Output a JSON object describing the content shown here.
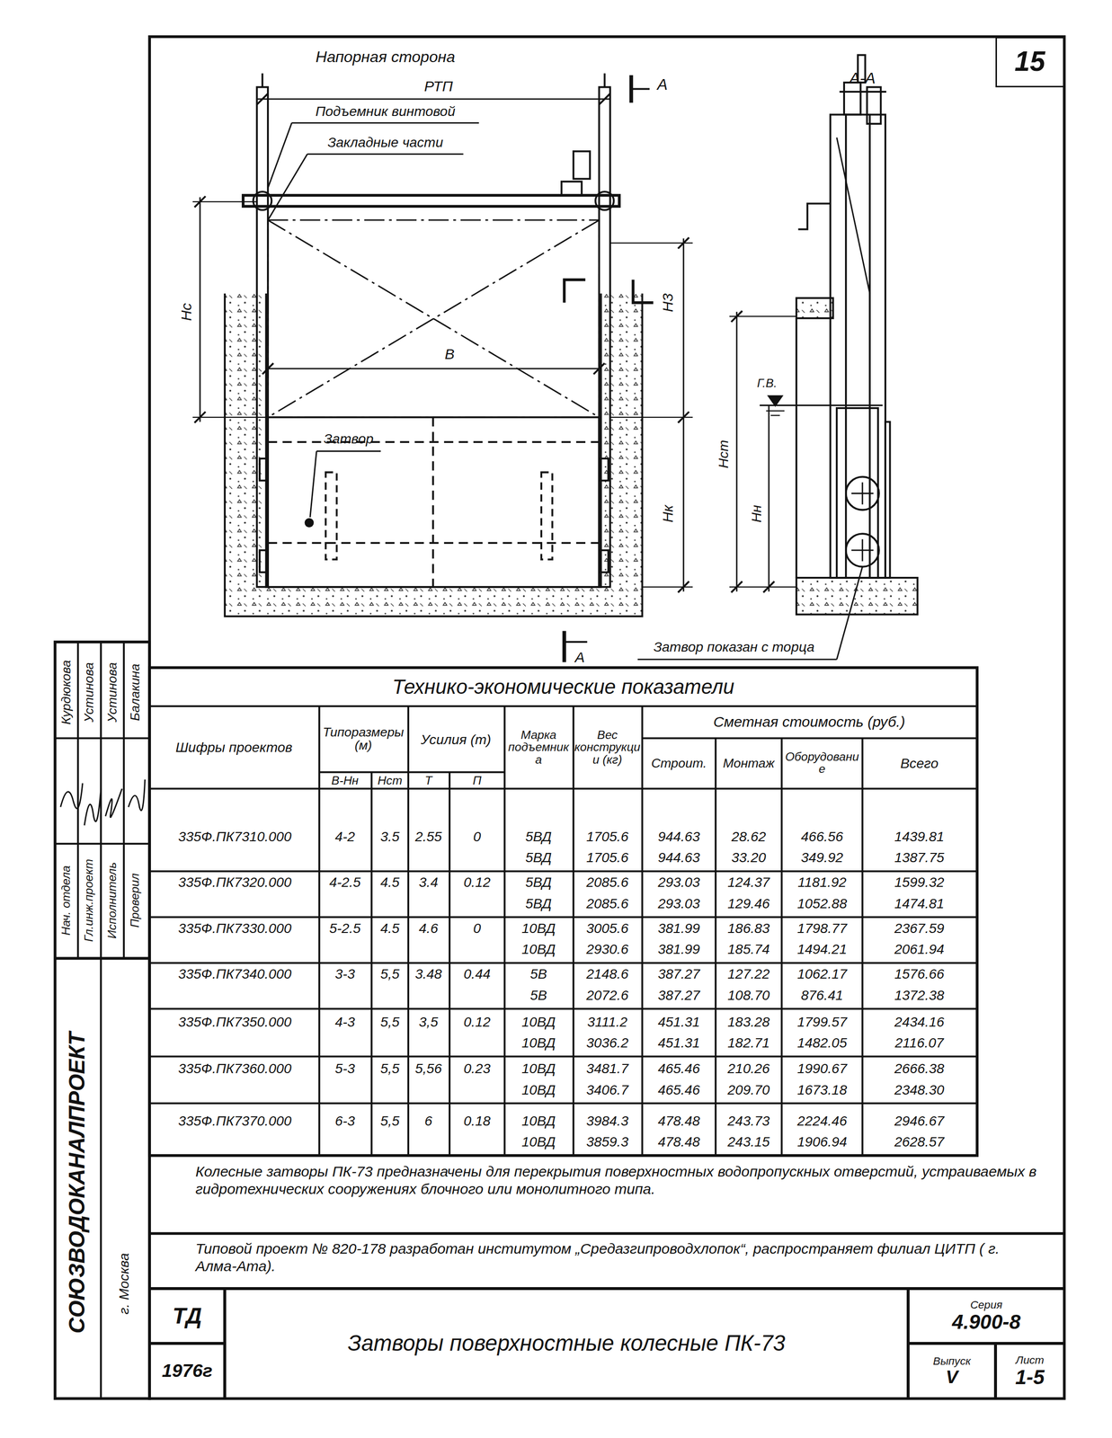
{
  "diagram": {
    "nodes": [
      {
        "text": [
          "15"
        ]
      },
      {
        "text": [
          "Затворы поверхностные колесные ПК-73"
        ]
      },
      {
        "text": [
          "Серия",
          "4.900-8"
        ]
      },
      {
        "text": [
          "Выпуск",
          "V"
        ]
      },
      {
        "text": [
          "Лист",
          "1-5"
        ]
      },
      {
        "text": [
          "ТД"
        ]
      },
      {
        "text": [
          "1976г"
        ]
      }
    ],
    "labels": [
      "Напорная сторона",
      "РТП",
      "А",
      "Подъемник винтовой",
      "Закладные части",
      "Нс",
      "Н3",
      "В",
      "Затвор",
      "Нк",
      "А",
      "Затвор показан с торца",
      "А-А",
      "Г.В.",
      "Нст",
      "Нн",
      "Курдюкова",
      "Устинова",
      "Устинова",
      "Балакина",
      "Нач. отдела",
      "Гл.инж.проект",
      "Исполнитель",
      "Проверил",
      "СОЮЗВОДОКАНАЛПРОЕКТ",
      "г. Москва",
      "Технико-экономические показатели",
      "Шифры проектов",
      "Типоразмеры (м)",
      "Усилия (т)",
      "Марка подъемника",
      "Вес конструкции (кг)",
      "Сметная стоимость (руб.)",
      "Строит.",
      "Монтаж",
      "Оборудование",
      "Всего",
      "В-Нн",
      "Нст",
      "Т",
      "П",
      "335Ф.ПК7310.000",
      "4-2",
      "3.5",
      "2.55",
      "0",
      "5ВД",
      "5ВД",
      "1705.6",
      "1705.6",
      "944.63",
      "944.63",
      "28.62",
      "33.20",
      "466.56",
      "349.92",
      "1439.81",
      "1387.75",
      "335Ф.ПК7320.000",
      "4-2.5",
      "4.5",
      "3.4",
      "0.12",
      "5ВД",
      "5ВД",
      "2085.6",
      "2085.6",
      "293.03",
      "293.03",
      "124.37",
      "129.46",
      "1181.92",
      "1052.88",
      "1599.32",
      "1474.81",
      "335Ф.ПК7330.000",
      "5-2.5",
      "4.5",
      "4.6",
      "0",
      "10ВД",
      "10ВД",
      "3005.6",
      "2930.6",
      "381.99",
      "381.99",
      "186.83",
      "185.74",
      "1798.77",
      "1494.21",
      "2367.59",
      "2061.94",
      "335Ф.ПК7340.000",
      "3-3",
      "5,5",
      "3.48",
      "0.44",
      "5В",
      "5В",
      "2148.6",
      "2072.6",
      "387.27",
      "387.27",
      "127.22",
      "108.70",
      "1062.17",
      "876.41",
      "1576.66",
      "1372.38",
      "335Ф.ПК7350.000",
      "4-3",
      "5,5",
      "3,5",
      "0.12",
      "10ВД",
      "10ВД",
      "3111.2",
      "3036.2",
      "451.31",
      "451.31",
      "183.28",
      "182.71",
      "1799.57",
      "1482.05",
      "2434.16",
      "2116.07",
      "335Ф.ПК7360.000",
      "5-3",
      "5,5",
      "5,56",
      "0.23",
      "10ВД",
      "10ВД",
      "3481.7",
      "3406.7",
      "465.46",
      "465.46",
      "210.26",
      "209.70",
      "1990.67",
      "1673.18",
      "2666.38",
      "2348.30",
      "335Ф.ПК7370.000",
      "6-3",
      "5,5",
      "6",
      "0.18",
      "10ВД",
      "10ВД",
      "3984.3",
      "3859.3",
      "478.48",
      "478.48",
      "243.73",
      "243.15",
      "2224.46",
      "1906.94",
      "2946.67",
      "2628.57",
      "Колесные затворы ПК-73 предназначены для перекрытия поверхностных водопропускных отверстий, устраиваемых в гидротехнических сооружениях блочного или монолитного типа.",
      "Типовой проект № 820-178 разработан институтом „Средазгипроводхлопок“, распространяет филиал ЦИТП ( г. Алма-Ата)."
    ]
  }
}
